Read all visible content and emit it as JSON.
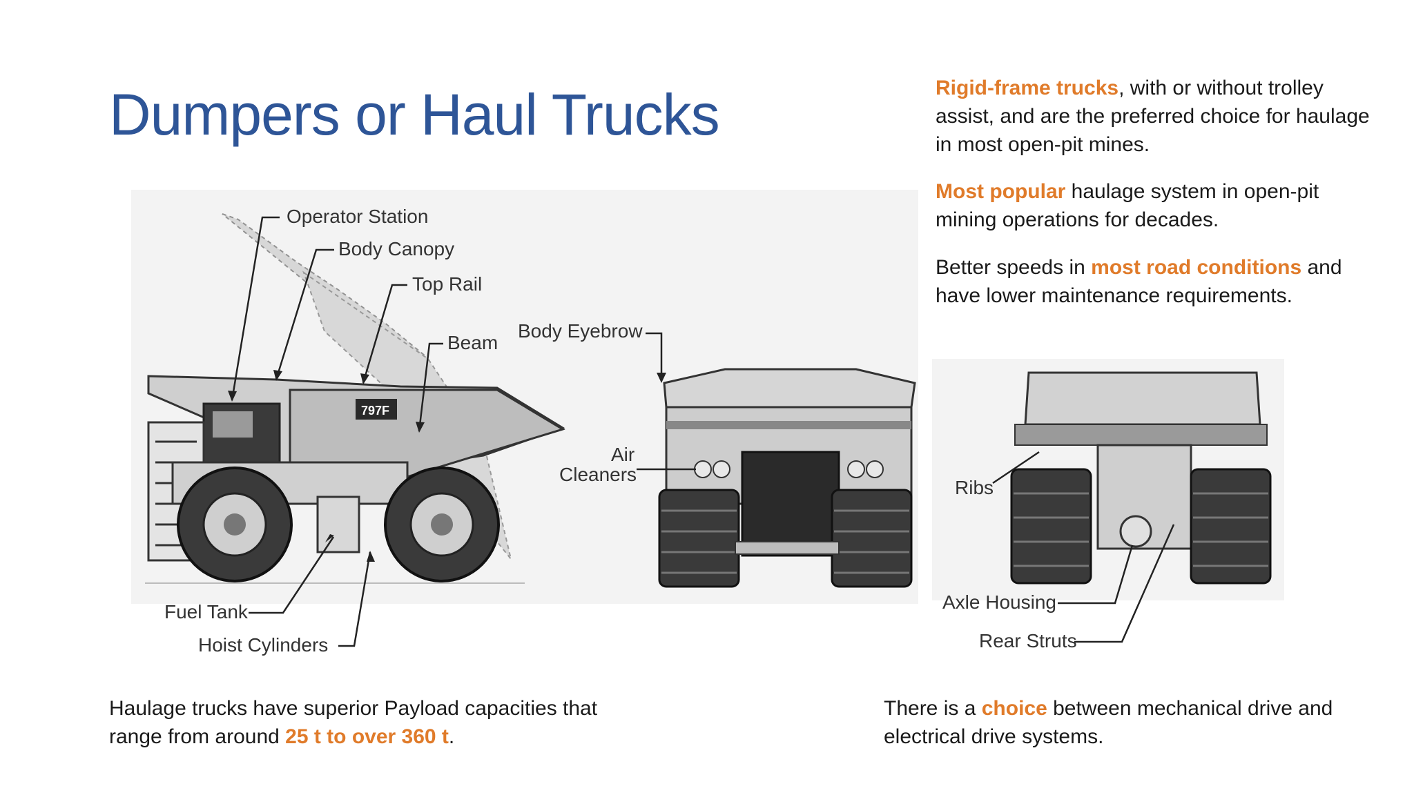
{
  "slide": {
    "title": "Dumpers or Haul Trucks"
  },
  "right_text": [
    {
      "hl": "Rigid-frame trucks",
      "rest": ", with or without trolley assist, and are the preferred choice for haulage in most open-pit mines."
    },
    {
      "hl": "Most popular",
      "rest": " haulage system in open-pit mining operations for decades."
    },
    {
      "pre": "Better speeds in ",
      "hl": "most road conditions",
      "rest": " and have lower maintenance requirements."
    }
  ],
  "bottom_left": {
    "pre": "Haulage trucks have superior Payload capacities that range from around ",
    "hl": "25 t to over 360 t",
    "rest": "."
  },
  "bottom_right": {
    "pre": "There is a ",
    "hl": "choice",
    "rest": " between mechanical drive and electrical drive systems."
  },
  "diagram_labels": {
    "operator_station": "Operator Station",
    "body_canopy": "Body Canopy",
    "top_rail": "Top Rail",
    "beam": "Beam",
    "body_eyebrow": "Body Eyebrow",
    "air": "Air",
    "cleaners": "Cleaners",
    "ribs": "Ribs",
    "fuel_tank": "Fuel Tank",
    "hoist_cylinders": "Hoist Cylinders",
    "axle_housing": "Axle Housing",
    "rear_struts": "Rear Struts",
    "truck_badge": "797F"
  }
}
